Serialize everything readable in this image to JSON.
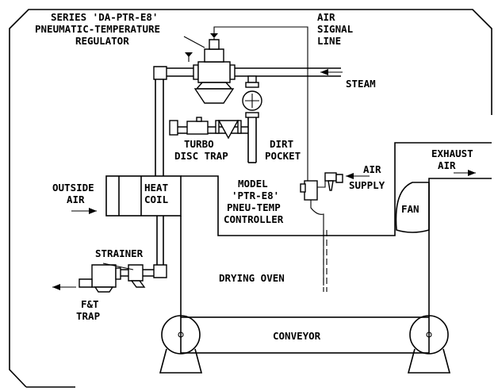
{
  "labels": {
    "regulator_l1": "SERIES 'DA-PTR-E8'",
    "regulator_l2": "PNEUMATIC-TEMPERATURE",
    "regulator_l3": "REGULATOR",
    "air_signal_l1": "AIR",
    "air_signal_l2": "SIGNAL",
    "air_signal_l3": "LINE",
    "steam": "STEAM",
    "turbo_l1": "TURBO",
    "turbo_l2": "DISC TRAP",
    "dirt_l1": "DIRT",
    "dirt_l2": "POCKET",
    "exhaust_l1": "EXHAUST",
    "exhaust_l2": "AIR",
    "air_supply_l1": "AIR",
    "air_supply_l2": "SUPPLY",
    "outside_l1": "OUTSIDE",
    "outside_l2": "AIR",
    "heat_l1": "HEAT",
    "heat_l2": "COIL",
    "model_l1": "MODEL",
    "model_l2": "'PTR-E8'",
    "model_l3": "PNEU-TEMP",
    "model_l4": "CONTROLLER",
    "fan": "FAN",
    "strainer": "STRAINER",
    "drying_oven": "DRYING OVEN",
    "ft_l1": "F&T",
    "ft_l2": "TRAP",
    "conveyor": "CONVEYOR"
  }
}
